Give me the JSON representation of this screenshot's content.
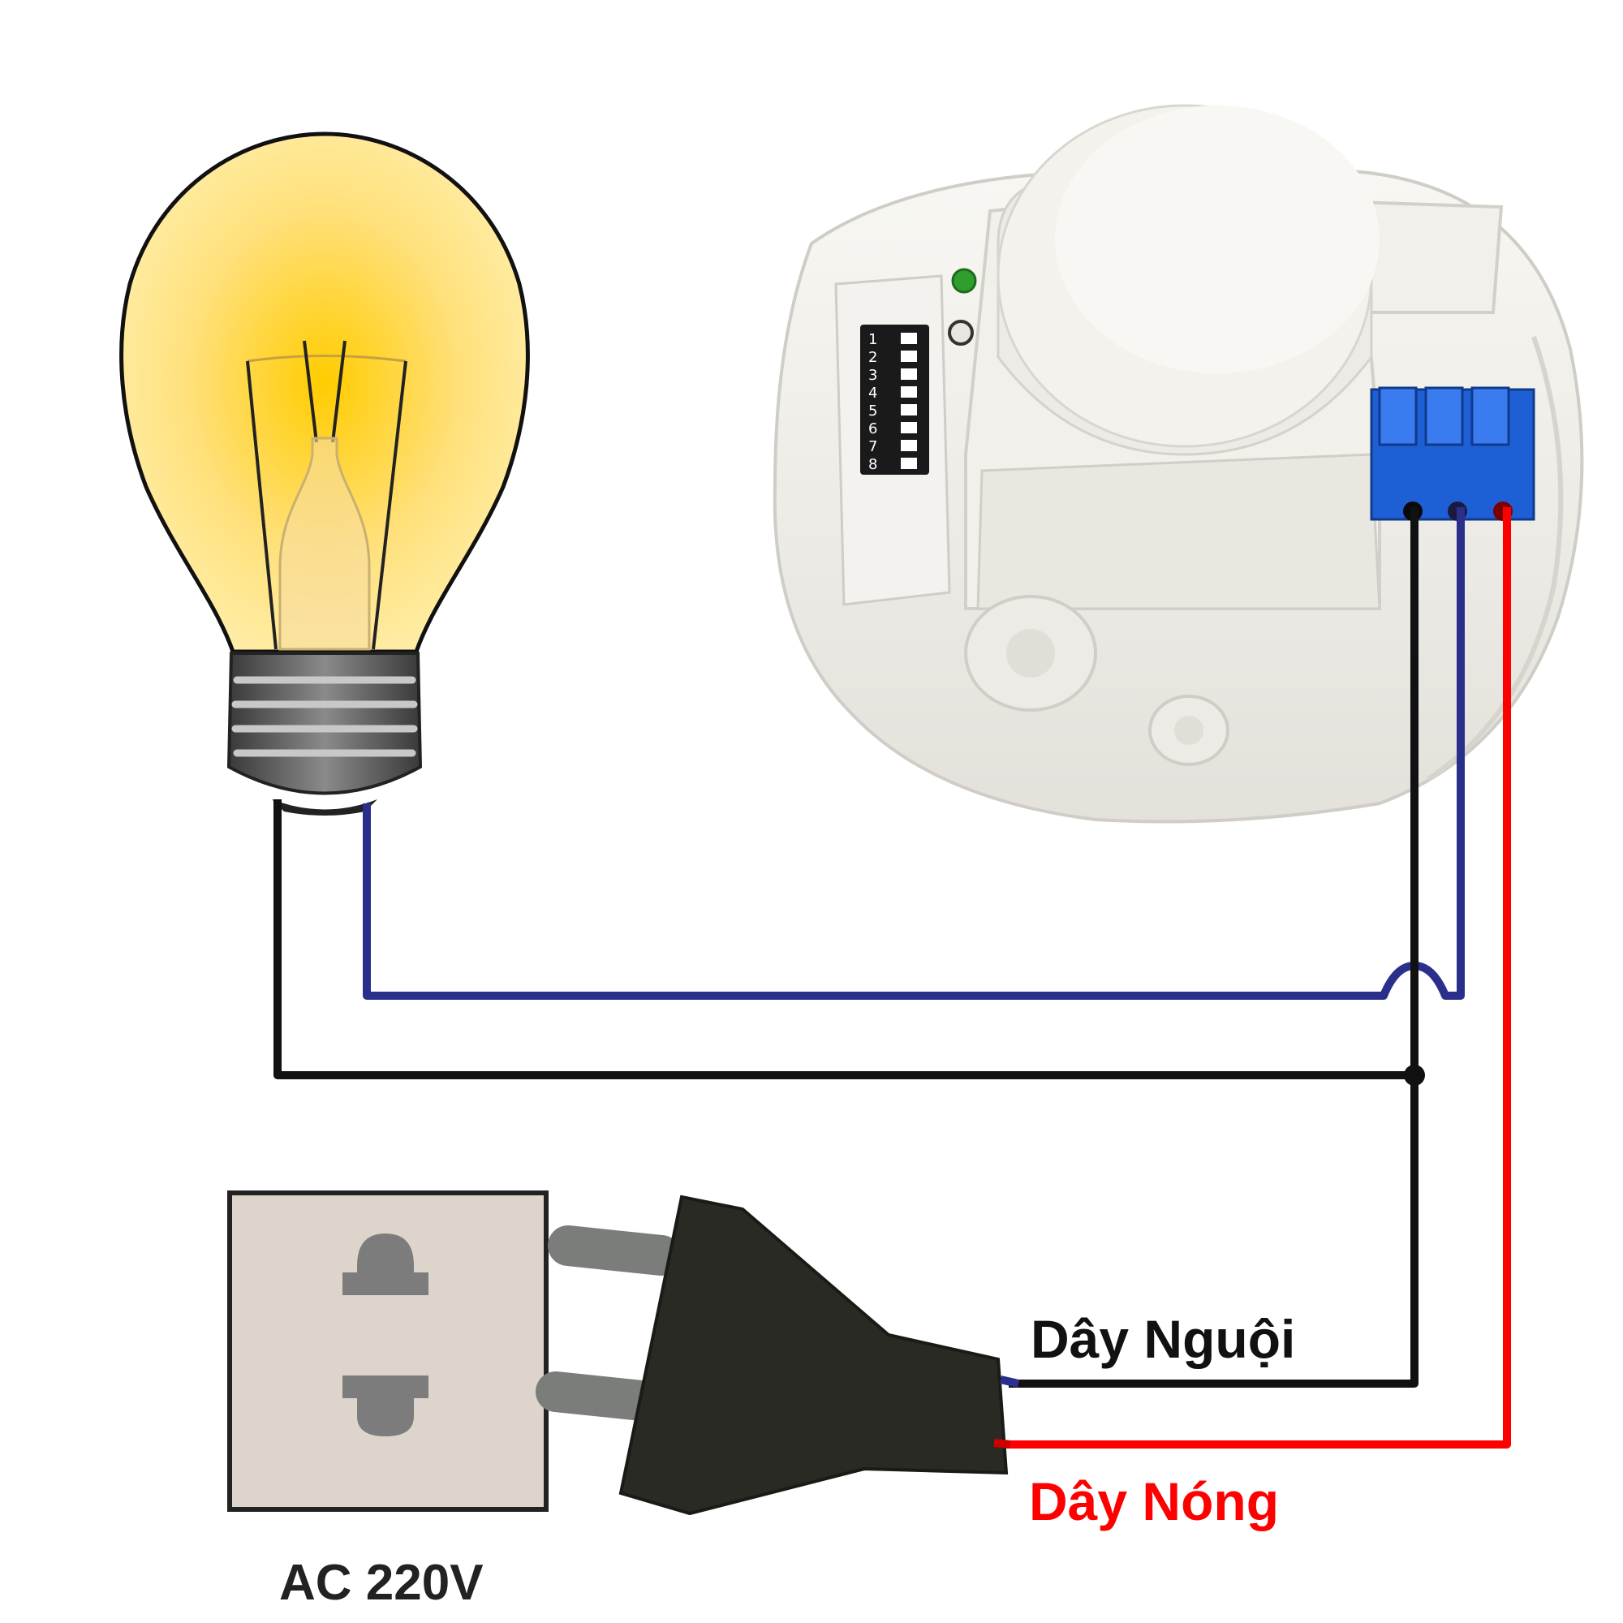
{
  "labels": {
    "neutral_wire": "Dây Nguội",
    "live_wire": "Dây Nóng",
    "power_source": "AC 220V"
  },
  "sensor": {
    "dip_switch_numbers": [
      "1",
      "2",
      "3",
      "4",
      "5",
      "6",
      "7",
      "8"
    ]
  },
  "colors": {
    "neutral_wire": "#111111",
    "load_wire": "#2b2f8c",
    "live_wire": "#ff0000",
    "live_label": "#ff0000",
    "bulb_glass": "#ffe680",
    "bulb_base": "#555555",
    "socket_plate": "#ddd5cc",
    "plug_body": "#2a2a24",
    "terminal_block": "#1f5fd6"
  },
  "icons": [
    "light-bulb-icon",
    "microwave-motion-sensor-icon",
    "wall-socket-icon",
    "power-plug-icon"
  ]
}
